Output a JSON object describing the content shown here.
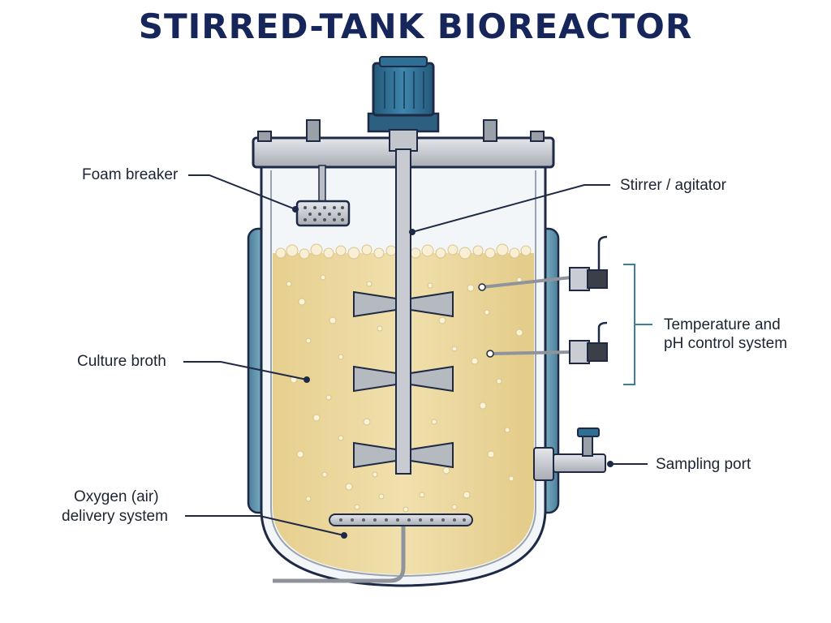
{
  "diagram": {
    "title": "STIRRED-TANK BIOREACTOR",
    "labels": {
      "foam_breaker": "Foam breaker",
      "stirrer": "Stirrer / agitator",
      "culture_broth": "Culture broth",
      "temp_ph_line1": "Temperature and",
      "temp_ph_line2": "pH control system",
      "sampling_port": "Sampling port",
      "oxygen_line1": "Oxygen (air)",
      "oxygen_line2": "delivery system"
    },
    "colors": {
      "title": "#16255a",
      "outline": "#1e2a45",
      "steel": "#c9ccd2",
      "steel_dark": "#8f949c",
      "motor": "#2f6f93",
      "jacket": "#5b8fa8",
      "broth": "#ecd9a0",
      "foam": "#f6ecd0",
      "glass": "#eef3f7",
      "bracket": "#3b7fa0"
    }
  }
}
